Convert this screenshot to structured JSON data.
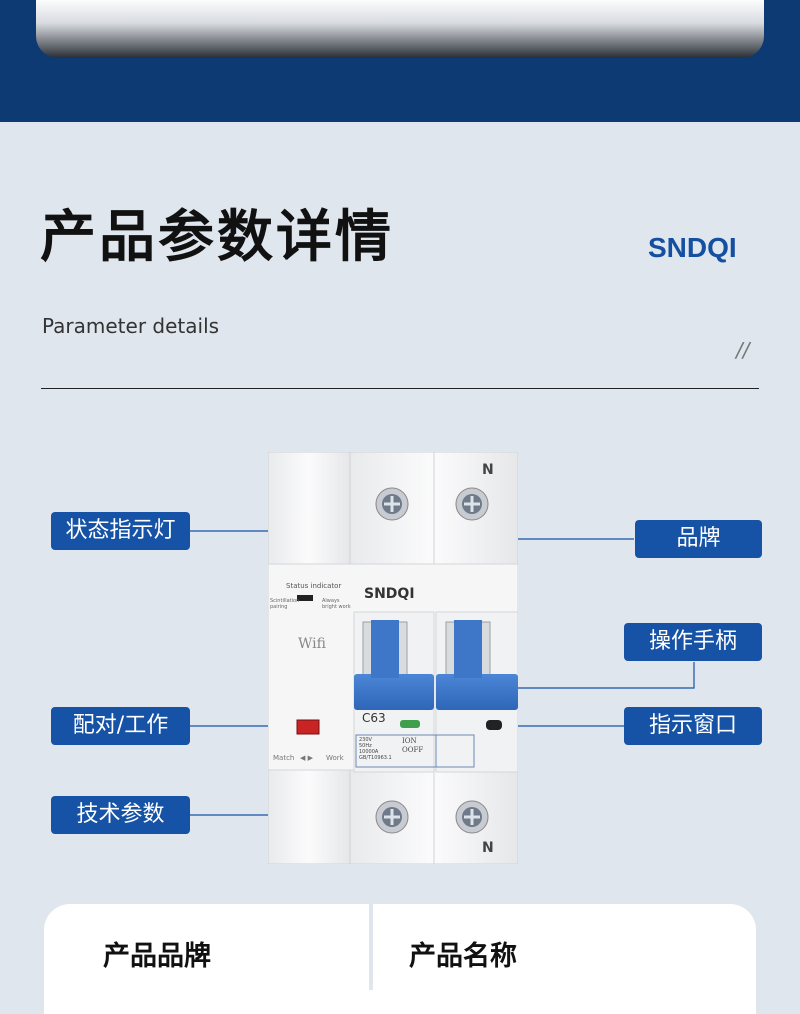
{
  "header": {
    "title": "产品参数详情",
    "brand": "SNDQI",
    "subtitle": "Parameter details",
    "deco": "//"
  },
  "callouts": {
    "status_indicator": "状态指示灯",
    "brand": "品牌",
    "handle": "操作手柄",
    "pair_work": "配对/工作",
    "indicator_window": "指示窗口",
    "tech_params": "技术参数"
  },
  "device": {
    "status_indicator_text": "Status indicator",
    "left_small_1": "Scintillation pairing",
    "right_small_1": "Always bright work",
    "wifi": "Wifi",
    "match": "Match",
    "work": "Work",
    "brand": "SNDQI",
    "neutral": "N",
    "rating": "C63",
    "spec_lines": [
      "230V",
      "50Hz",
      "10000A",
      "GB/T10963.1"
    ],
    "on": "ION",
    "off": "OOFF"
  },
  "card": {
    "left_heading": "产品品牌",
    "right_heading": "产品名称"
  },
  "colors": {
    "navy": "#0e3a73",
    "label_blue": "#1653a6",
    "handle_blue": "#3d78cc",
    "background": "#dfe6ee"
  }
}
